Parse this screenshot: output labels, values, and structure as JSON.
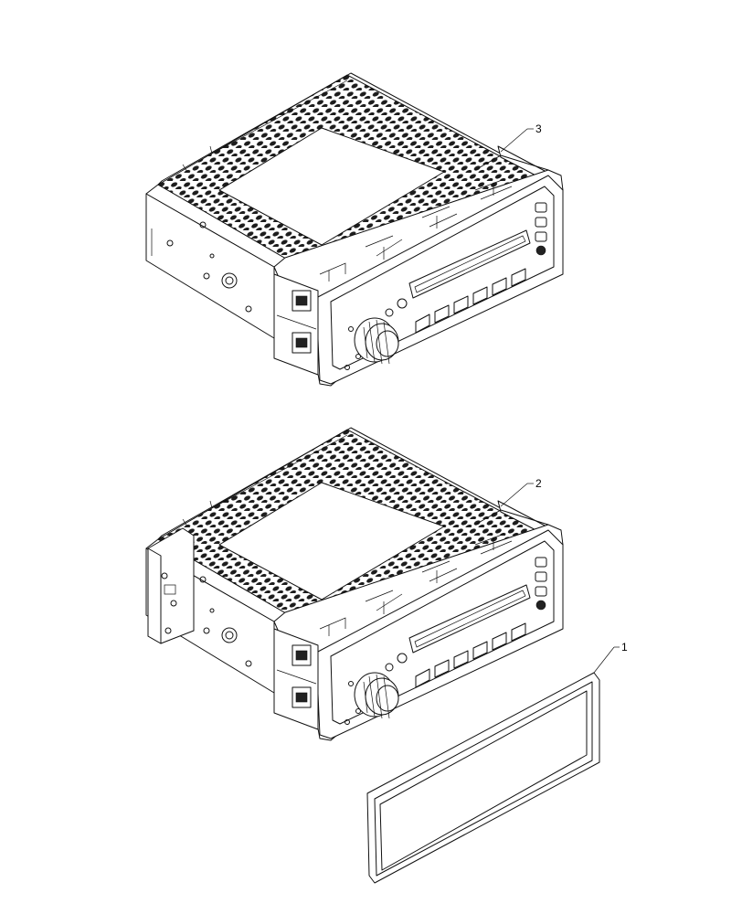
{
  "callouts": {
    "part_1": "1",
    "part_2": "2",
    "part_3": "3"
  },
  "parts": [
    {
      "ref": "3",
      "icon": "radio-unit-icon"
    },
    {
      "ref": "2",
      "icon": "radio-unit-with-bracket-icon"
    },
    {
      "ref": "1",
      "icon": "trim-gasket-icon"
    }
  ]
}
